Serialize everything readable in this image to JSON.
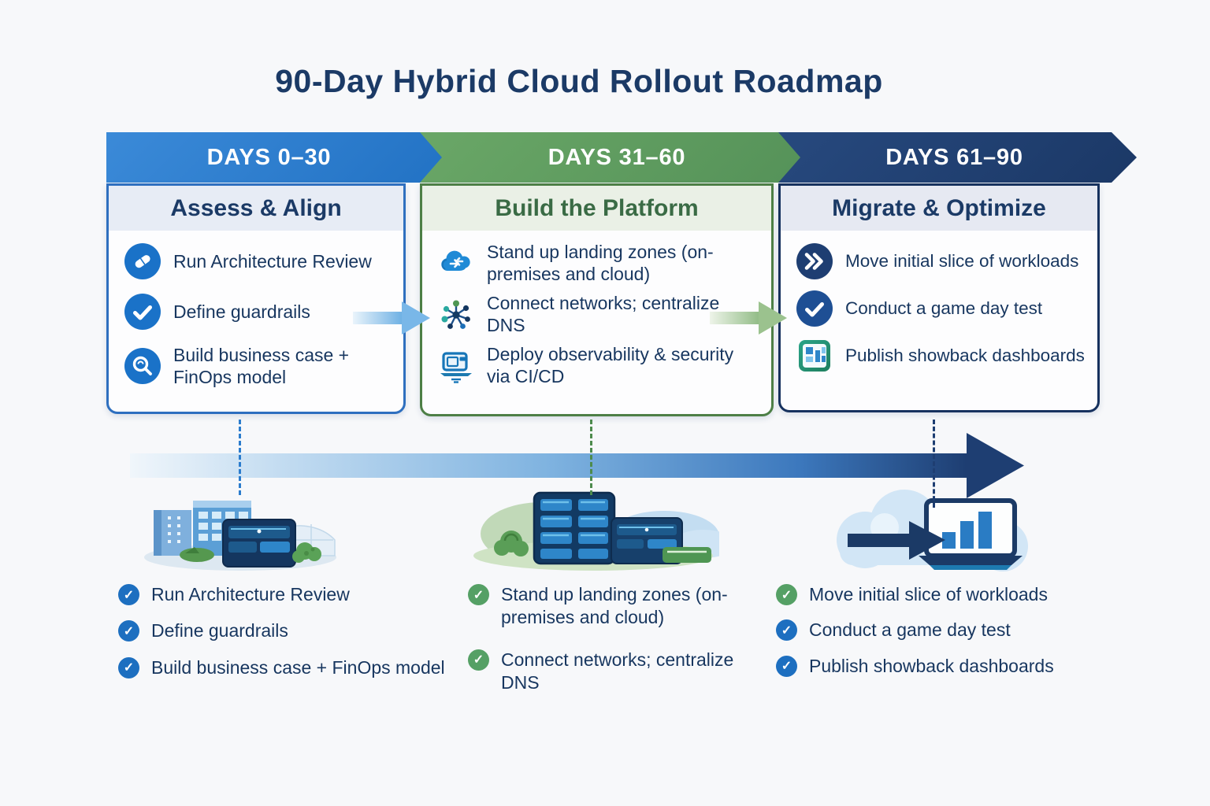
{
  "title": "90-Day Hybrid Cloud Rollout Roadmap",
  "phases": [
    {
      "days_label": "DAYS 0–30",
      "phase_name": "Assess & Align",
      "items": [
        {
          "icon": "pill-icon",
          "text": "Run Architecture Review"
        },
        {
          "icon": "check-icon",
          "text": "Define guardrails"
        },
        {
          "icon": "magnifier-icon",
          "text": "Build business case + FinOps model"
        }
      ]
    },
    {
      "days_label": "DAYS 31–60",
      "phase_name": "Build the Platform",
      "items": [
        {
          "icon": "cloud-sync-icon",
          "text": "Stand up landing zones (on-premises and cloud)"
        },
        {
          "icon": "network-hub-icon",
          "text": "Connect networks; centralize DNS"
        },
        {
          "icon": "laptop-icon",
          "text": "Deploy observability & security via CI/CD"
        }
      ]
    },
    {
      "days_label": "DAYS 61–90",
      "phase_name": "Migrate & Optimize",
      "items": [
        {
          "icon": "double-chevron-icon",
          "text": "Move initial slice of workloads"
        },
        {
          "icon": "check-icon",
          "text": "Conduct a game day test"
        },
        {
          "icon": "dashboard-icon",
          "text": "Publish showback dashboards"
        }
      ]
    }
  ],
  "checklists": [
    {
      "items": [
        {
          "check_color": "blue",
          "text": "Run Architecture Review"
        },
        {
          "check_color": "blue",
          "text": "Define guardrails"
        },
        {
          "check_color": "blue",
          "text": "Build business case + FinOps model"
        }
      ]
    },
    {
      "items": [
        {
          "check_color": "green",
          "text": "Stand up landing zones (on-premises and cloud)"
        },
        {
          "check_color": "green",
          "text": "Connect networks; centralize DNS"
        }
      ]
    },
    {
      "items": [
        {
          "check_color": "green",
          "text": "Move initial slice of workloads"
        },
        {
          "check_color": "blue",
          "text": "Conduct a game day test"
        },
        {
          "check_color": "blue",
          "text": "Publish showback dashboards"
        }
      ]
    }
  ],
  "colors": {
    "background": "#f7f8fa",
    "title_text": "#1b3a66",
    "phase1_header": "#2b7ccd",
    "phase2_header": "#5f9b5e",
    "phase3_header": "#1e3e72",
    "phase1_band": "#e7ecf5",
    "phase2_band": "#eaf0e6",
    "phase3_band": "#e6e9f2",
    "phase2_band_text": "#3a6b45",
    "body_text": "#17365f",
    "check_blue": "#1d6fc0",
    "check_green": "#55a065",
    "timeline_end": "#1e3e72"
  }
}
